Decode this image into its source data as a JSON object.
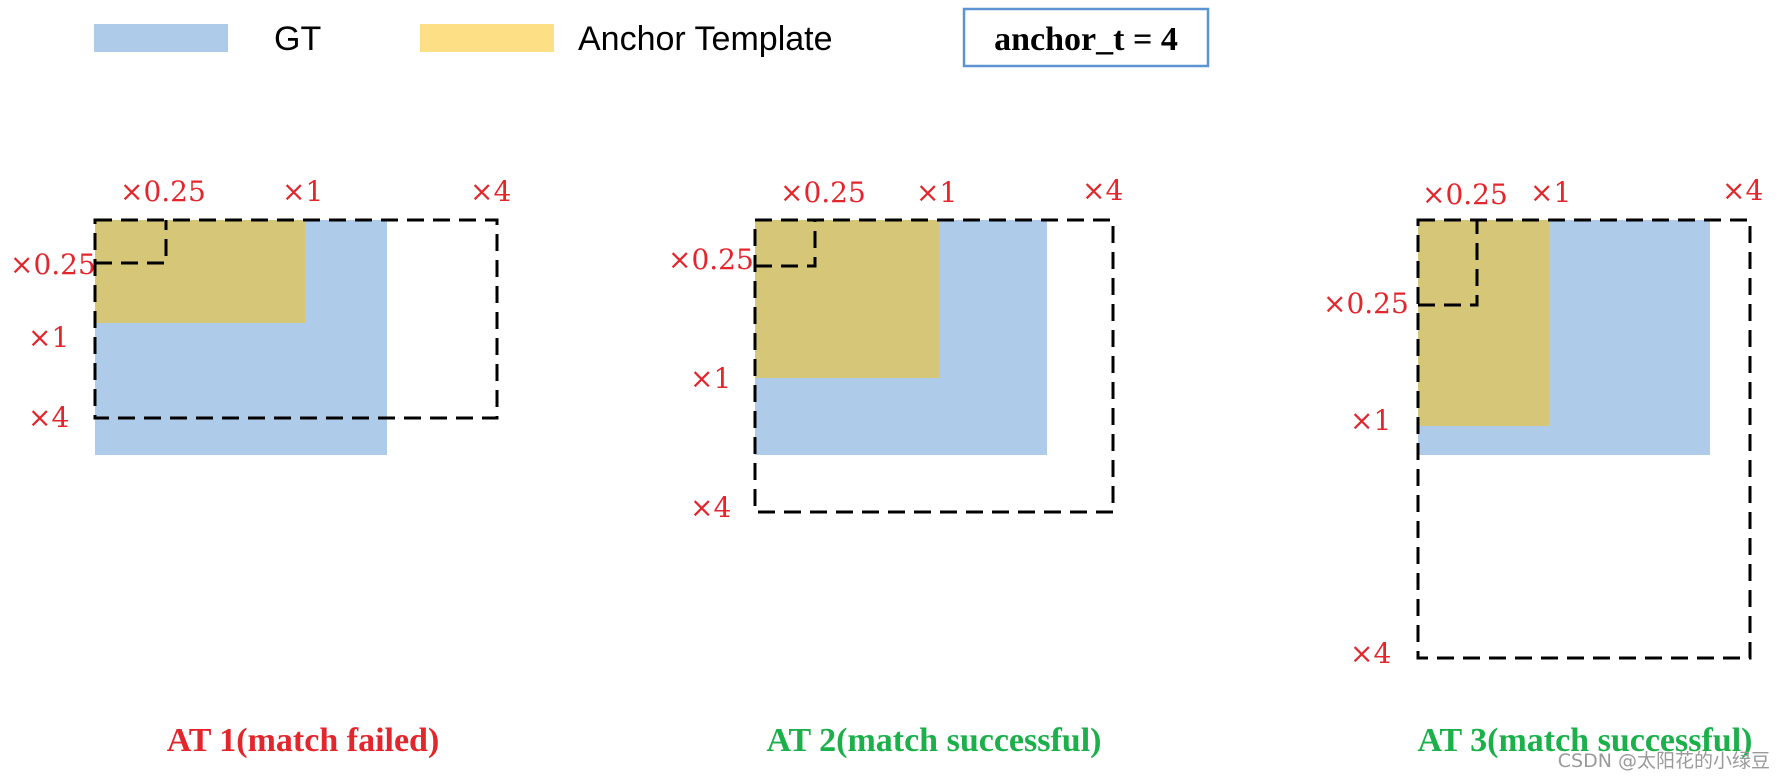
{
  "legend": {
    "gt_label": "GT",
    "anchor_label": "Anchor Template",
    "gt_color": "#aecbea",
    "anchor_color": "#fde085",
    "overlap_color": "#d6c677"
  },
  "param_box": {
    "text": "anchor_t = 4",
    "border_color": "#5b93d3"
  },
  "scale_labels": {
    "quarter": "×0.25",
    "one": "×1",
    "four": "×4"
  },
  "panels": [
    {
      "caption": "AT 1(match failed)",
      "caption_color": "#e3262b"
    },
    {
      "caption": "AT 2(match successful)",
      "caption_color": "#1bb04a"
    },
    {
      "caption": "AT 3(match successful)",
      "caption_color": "#1bb04a"
    }
  ],
  "watermark": "CSDN @太阳花的小绿豆"
}
